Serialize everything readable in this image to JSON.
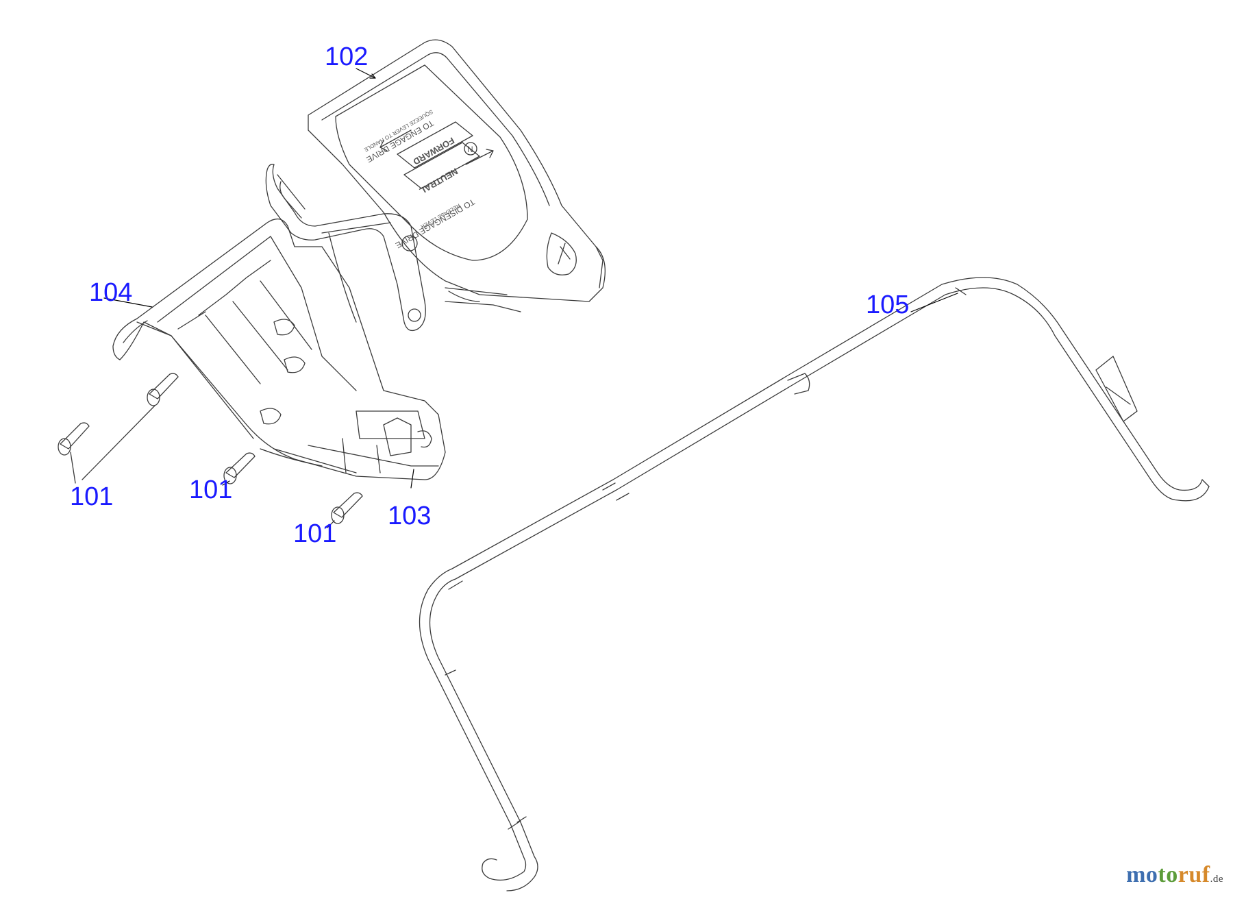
{
  "callouts": {
    "c101a": "101",
    "c101b": "101",
    "c101c": "101",
    "c102": "102",
    "c103": "103",
    "c104": "104",
    "c105": "105"
  },
  "decal": {
    "line1": "TO ENGAGE DRIVE",
    "line2": "SQUEEZE LEVER TO HANDLE",
    "line3": "FORWARD",
    "line4": "NEUTRAL",
    "line5": "TO DISENGAGE DRIVE",
    "line6": "RELEASE LEVER",
    "badge": "N"
  },
  "watermark": {
    "part1": "mo",
    "part2": "to",
    "part3": "ruf",
    "tld": ".de"
  },
  "colors": {
    "callout": "#1a1aff",
    "line": "#333333"
  }
}
